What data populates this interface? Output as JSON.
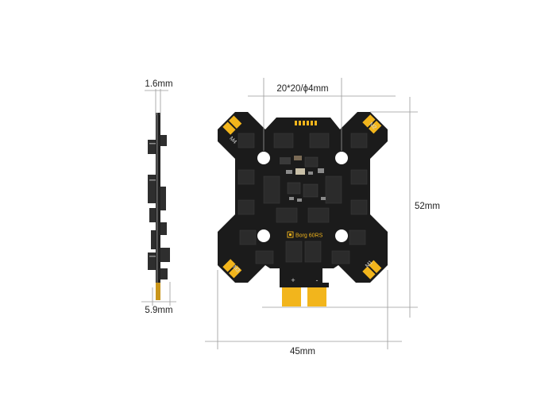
{
  "product": {
    "brand_label": "Borg 60RS",
    "motor_labels": [
      "M1",
      "M2",
      "M3",
      "M4"
    ],
    "polarity_plus": "+",
    "polarity_minus": "-"
  },
  "dimensions": {
    "thickness_top": "1.6mm",
    "thickness_bottom": "5.9mm",
    "mount_pattern": "20*20/ϕ4mm",
    "height": "52mm",
    "width": "45mm"
  },
  "colors": {
    "pcb": "#1b1b1b",
    "gold_pad": "#f2b51c",
    "component": "#2b2b2b",
    "dimension_line": "#9a9a9a",
    "text": "#222222"
  }
}
